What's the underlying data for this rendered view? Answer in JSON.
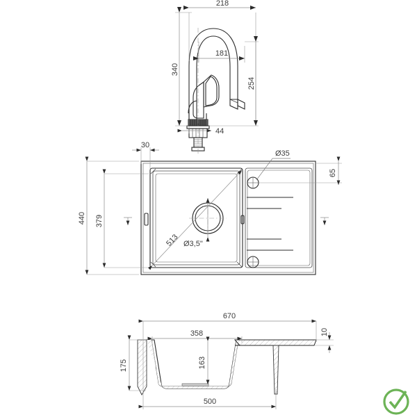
{
  "document": {
    "type": "technical-drawing",
    "subject": "Kitchen sink with drainer and faucet",
    "background_color": "#ffffff",
    "line_color": "#2b2b2b",
    "dimension_color": "#8c8c8c",
    "text_color": "#3a3a3a"
  },
  "views": {
    "faucet": {
      "name": "Faucet elevation view",
      "dimensions": {
        "spout_reach_total": "218",
        "spout_reach_inner": "181",
        "overall_height": "340",
        "spout_height": "254",
        "base_diameter": "44"
      }
    },
    "top": {
      "name": "Sink top view",
      "dimensions": {
        "edge_offset": "30",
        "tap_hole": "Ø35",
        "tap_hole_edge": "65",
        "overall_width": "440",
        "bowl_width": "379",
        "diagonal": "513",
        "drain_diameter": "Ø3,5\""
      }
    },
    "section": {
      "name": "Sink section view",
      "dimensions": {
        "overall_length": "670",
        "bowl_length": "358",
        "bowl_depth": "163",
        "total_depth": "175",
        "rim_thickness": "10",
        "cutout_length": "500"
      }
    }
  },
  "badge": {
    "name": "approved-checkmark",
    "color": "#6cb356"
  }
}
